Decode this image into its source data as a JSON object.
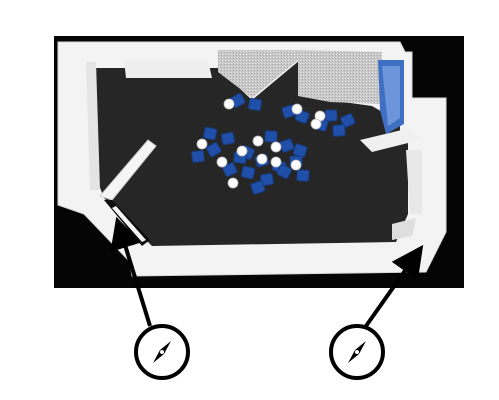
{
  "view": {
    "type": "top-down 3D floor plan render",
    "background_color": "#ffffff",
    "frame_color": "#050505",
    "floor_color": "#2a2a2a",
    "wall_color": "#f2f2f2",
    "carpet_color": "#cfcfcf",
    "chair_color": "#1f4fa8",
    "table_color": "#ffffff"
  },
  "chairs": {
    "count": 26
  },
  "tables": {
    "count": 13
  },
  "compasses": [
    {
      "name": "compass-left",
      "icon": "compass-icon"
    },
    {
      "name": "compass-right",
      "icon": "compass-icon"
    }
  ],
  "arrows": [
    {
      "name": "arrow-left",
      "icon": "arrow-up-icon"
    },
    {
      "name": "arrow-right",
      "icon": "arrow-up-right-icon"
    }
  ]
}
